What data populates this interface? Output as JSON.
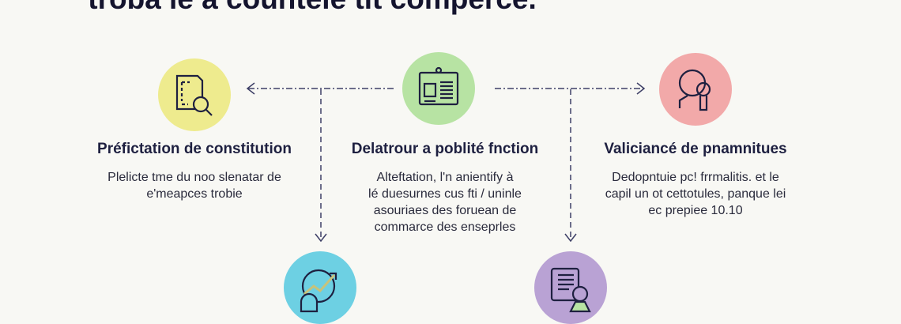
{
  "title": "troba le a countele tit comperce.",
  "steps": [
    {
      "heading": "Préfictation de constitution",
      "lines": [
        "Plelicte tme du noo slenatar de",
        "e'meapces trobie"
      ],
      "color": "#eeeb8e",
      "icon": "document-search-icon"
    },
    {
      "heading": "Delatrour a poblité fnction",
      "lines": [
        "Alteftation, l'n anientify à",
        "lé duesurnes cus fti / uninle",
        "asouriaes des foruean de",
        "commarce des enseprles"
      ],
      "color": "#b7e3a3",
      "icon": "id-card-icon"
    },
    {
      "heading": "Valiciancé de pnamnitues",
      "lines": [
        "Dedopntuie pc! frrmalitis. et le",
        "capil un ot cettotules, panque lei",
        "ec prepiee 10.10"
      ],
      "color": "#f2a9a9",
      "icon": "person-key-icon"
    }
  ],
  "bottom_nodes": [
    {
      "color": "#6dd0e3",
      "icon": "growth-chart-icon"
    },
    {
      "color": "#b9a2d4",
      "icon": "user-document-icon"
    }
  ],
  "line_color": "#3d3f66"
}
